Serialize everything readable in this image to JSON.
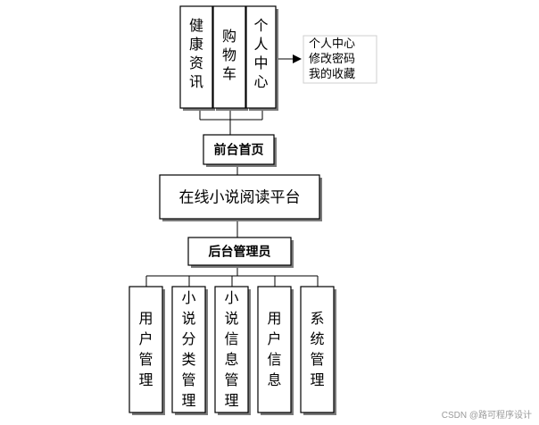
{
  "front": {
    "modules": [
      {
        "label": "健康资讯"
      },
      {
        "label": "购物车"
      },
      {
        "label": "个人中心"
      }
    ],
    "callout": [
      "个人中心",
      "修改密码",
      "我的收藏"
    ],
    "home_label": "前台首页"
  },
  "platform_label": "在线小说阅读平台",
  "back": {
    "admin_label": "后台管理员",
    "modules": [
      {
        "label": "用户管理"
      },
      {
        "label": "小说分类管理"
      },
      {
        "label": "小说信息管理"
      },
      {
        "label": "用户信息"
      },
      {
        "label": "系统管理"
      }
    ]
  },
  "watermark": "CSDN @路可程序设计"
}
